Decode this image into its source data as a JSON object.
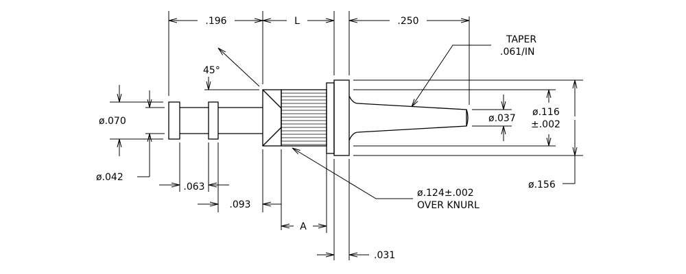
{
  "labels": {
    "dim_196": ".196",
    "dim_L": "L",
    "dim_250": ".250",
    "taper_line1": "TAPER",
    "taper_line2": ".061/IN",
    "angle_45": "45°",
    "dia_070": "ø.070",
    "dia_037": "ø.037",
    "dia_116_line1": "ø.116",
    "dia_116_line2": "±.002",
    "dia_042": "ø.042",
    "dim_063": ".063",
    "dim_093": ".093",
    "dia_124_line1": "ø.124±.002",
    "dia_124_line2": "OVER KNURL",
    "dia_156": "ø.156",
    "dim_A": "A",
    "dim_031": ".031"
  },
  "colors": {
    "ink": "#000000",
    "background": "#ffffff"
  }
}
